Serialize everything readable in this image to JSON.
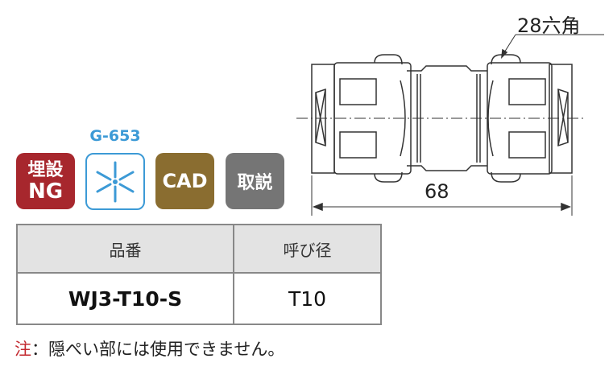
{
  "badges": {
    "burial_ng_line1": "埋設",
    "burial_ng_line2": "NG",
    "freeze_code": "G-653",
    "freeze_icon": "snowflake-icon",
    "cad": "CAD",
    "manual": "取説"
  },
  "drawing": {
    "hex_label": "28六角",
    "length_label": "68"
  },
  "table": {
    "headers": [
      "品番",
      "呼び径"
    ],
    "rows": [
      [
        "WJ3-T10-S",
        "T10"
      ]
    ]
  },
  "note": {
    "mark": "注",
    "text": "：隠ぺい部には使用できません。"
  },
  "colors": {
    "red": "#a7272d",
    "blue": "#3c9ad6",
    "brown": "#8a6d30",
    "gray": "#757575"
  }
}
